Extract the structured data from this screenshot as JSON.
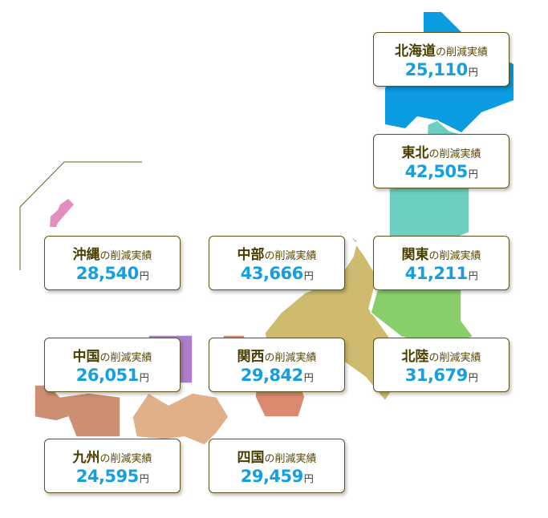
{
  "suffix": "の削減実績",
  "unit": "円",
  "regions": [
    {
      "id": "hokkaido",
      "name": "北海道",
      "value": "25,110",
      "color": "#0a9be0"
    },
    {
      "id": "tohoku",
      "name": "東北",
      "value": "42,505",
      "color": "#6ccfc0"
    },
    {
      "id": "okinawa",
      "name": "沖縄",
      "value": "28,540",
      "color": "#e08fbf"
    },
    {
      "id": "chubu",
      "name": "中部",
      "value": "43,666",
      "color": "#cfbb6e"
    },
    {
      "id": "kanto",
      "name": "関東",
      "value": "41,211",
      "color": "#88cf6c"
    },
    {
      "id": "chugoku",
      "name": "中国",
      "value": "26,051",
      "color": "#ad7dcb"
    },
    {
      "id": "kansai",
      "name": "関西",
      "value": "29,842",
      "color": "#dc8a6f"
    },
    {
      "id": "hokuriku",
      "name": "北陸",
      "value": "31,679",
      "color": "#cfbb6e"
    },
    {
      "id": "kyushu",
      "name": "九州",
      "value": "24,595",
      "color": "#cd8e72"
    },
    {
      "id": "shikoku",
      "name": "四国",
      "value": "29,459",
      "color": "#e0b089"
    }
  ]
}
